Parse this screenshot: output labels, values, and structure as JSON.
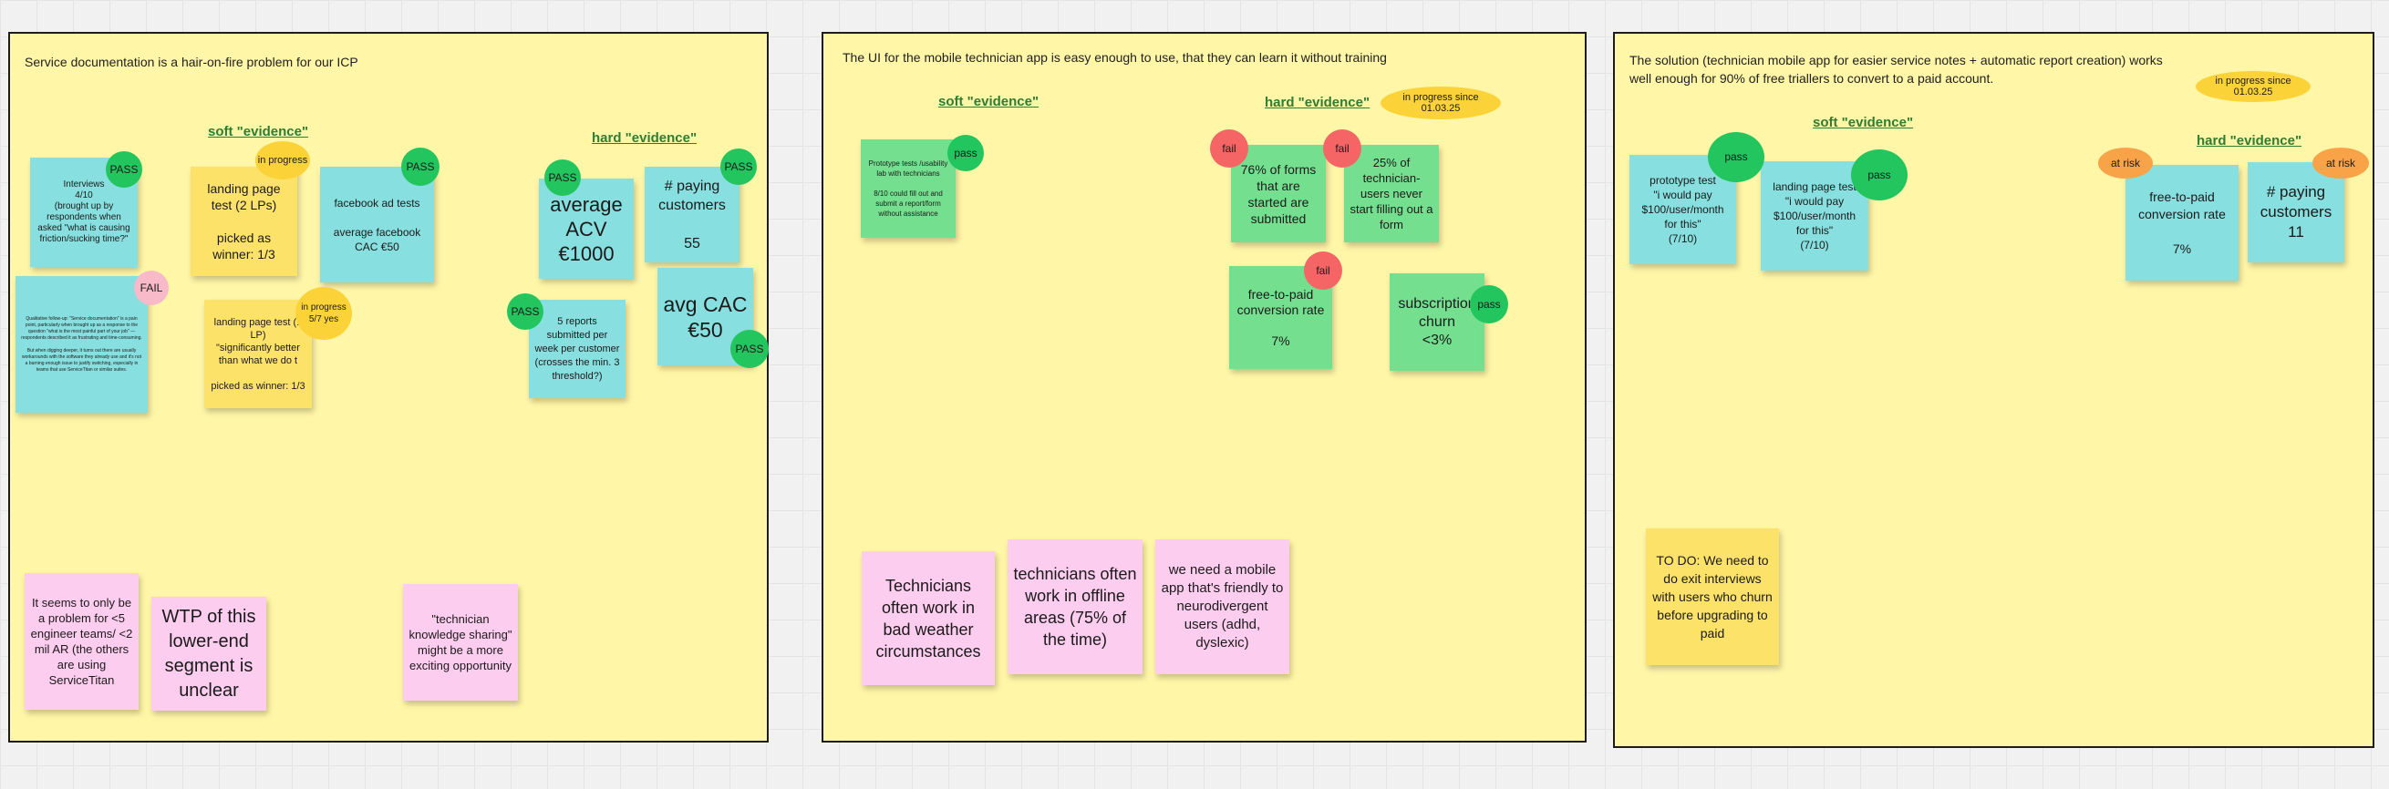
{
  "colors": {
    "frame_bg": "#fff6a7",
    "teal": "#88dfe0",
    "green": "#74e08f",
    "yellow": "#fde26a",
    "pink": "#fdcdef",
    "pass": "#22c55e",
    "fail": "#f56565",
    "at_risk": "#f9a349",
    "in_progress": "#fbd339"
  },
  "frame1": {
    "title": "Service documentation is a hair-on-fire problem for our ICP",
    "soft_heading": "soft \"evidence\"",
    "hard_heading": "hard \"evidence\"",
    "notes": {
      "interviews": "Interviews\n4/10\n(brought up by respondents when asked \"what is causing friction/sucking time?\"",
      "landing1": "landing page test (2 LPs)\n\npicked as winner: 1/3",
      "facebook": "facebook ad tests\n\naverage facebook CAC €50",
      "avg_acv": "average ACV\n€1000",
      "paying": "# paying customers\n\n55",
      "dense": "Qualitative follow-up: \"Service documentation\" is a pain point, particularly when brought up as a response to the question \"what is the most painful part of your job\" — respondents described it as frustrating and time-consuming.\n\nBut when digging deeper, it turns out there are usually workarounds with the software they already use and it's not a burning enough issue to justify switching, especially in teams that use ServiceTitan or similar suites.",
      "landing2": "landing page test (1 LP)\n\"significantly better than what we do t\n\npicked as winner: 1/3",
      "reports": "5 reports submitted per week per customer\n(crosses the min. 3 threshold?)",
      "avg_cac": "avg CAC\n€50",
      "only_problem": "It seems to only be a problem for <5 engineer teams/ <2 mil AR (the others are using ServiceTitan",
      "wtp": "WTP of this lower-end segment is unclear",
      "knowledge": "\"technician knowledge sharing\" might be a more exciting opportunity"
    },
    "badges": {
      "pass": "PASS",
      "fail": "FAIL",
      "in_progress": "in progress",
      "in_progress_yes": "in progress\n5/7 yes"
    }
  },
  "frame2": {
    "title": "The UI for the mobile technician app is easy enough to use, that they can learn it without training",
    "soft_heading": "soft \"evidence\"",
    "hard_heading": "hard \"evidence\"",
    "status": "in progress since\n01.03.25",
    "notes": {
      "prototype": "Prototype tests /usability lab with technicians\n\n8/10 could fill out and submit a report/form without assistance",
      "forms_started": "76% of forms that are started are submitted",
      "never_start": "25% of technician-users never start filling out a form",
      "free_to_paid": "free-to-paid conversion rate\n\n7%",
      "churn": "subscription churn\n<3%",
      "weather": "Technicians often work in bad weather circumstances",
      "offline": "technicians often work in offline areas (75% of the time)",
      "neuro": "we need a mobile app that's friendly to neurodivergent users (adhd, dyslexic)"
    },
    "badges": {
      "pass": "pass",
      "fail": "fail"
    }
  },
  "frame3": {
    "title": "The solution (technician mobile app for easier service notes + automatic report creation) works well enough for 90% of free triallers to convert to a paid account.",
    "soft_heading": "soft \"evidence\"",
    "hard_heading": "hard \"evidence\"",
    "status": "in progress since\n01.03.25",
    "notes": {
      "prototype": "prototype test\n\"i would pay $100/user/month for this\"\n(7/10)",
      "landing": "landing page test\n\"i would pay $100/user/month for this\"\n(7/10)",
      "free_to_paid": "free-to-paid conversion rate\n\n7%",
      "paying": "# paying customers\n11",
      "todo": "TO DO: We need to do exit interviews with users who churn before upgrading to paid"
    },
    "badges": {
      "pass": "pass",
      "at_risk": "at risk"
    }
  }
}
